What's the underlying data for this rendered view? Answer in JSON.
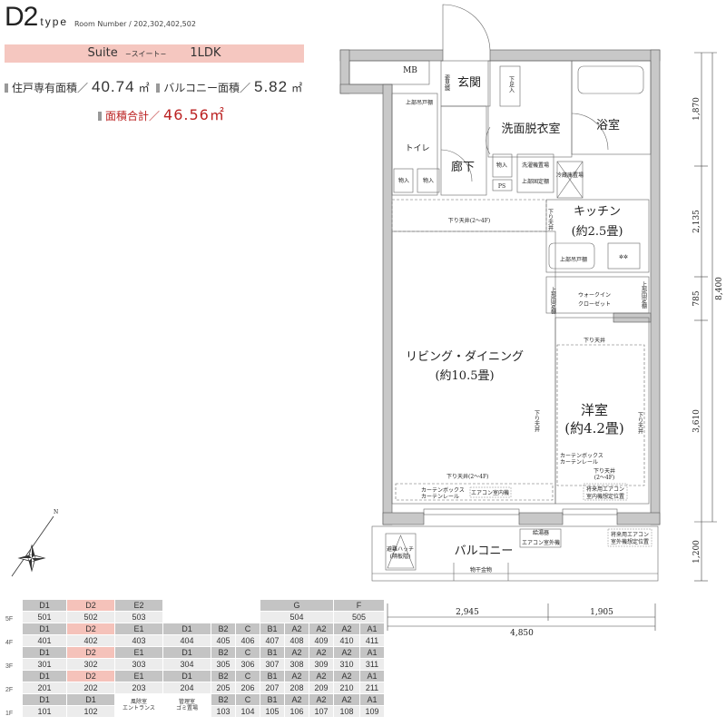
{
  "header": {
    "type_code": "D2",
    "type_suffix": "type",
    "room_numbers": "Room Number / 202,302,402,502",
    "band_name": "Suite",
    "band_sub": "−スイート−",
    "band_layout": "1LDK",
    "private_area_label": "住戸専有面積／",
    "private_area_value": "40.74",
    "private_area_unit": "㎡",
    "balcony_area_label": "バルコニー面積／",
    "balcony_area_value": "5.82",
    "balcony_area_unit": "㎡",
    "total_area_label": "面積合計／",
    "total_area_value": "46.56㎡",
    "accent_color": "#f5c7c0",
    "total_color": "#bb2222"
  },
  "plan": {
    "mb": "MB",
    "entrance": "玄関",
    "shoe_box": "下足入",
    "mirror": "姿見鏡",
    "toilet_upper_cabinet": "上部吊戸棚",
    "toilet": "トイレ",
    "washroom": "洗面脱衣室",
    "bath": "浴室",
    "hallway": "廊下",
    "storage": "物入",
    "washer": "洗濯機置場",
    "washer_shelf": "上部固定棚",
    "ps": "PS",
    "fridge": "冷蔵庫置場",
    "storage2": "物入",
    "storage3": "物入",
    "ldk_ceiling": "下り天井(2〜4F)",
    "kitchen": "キッチン",
    "kitchen_size": "(約2.5畳)",
    "kitchen_ceiling": "下り天井",
    "kitchen_cabinet": "上部吊戸棚",
    "wic_1": "ウォークイン",
    "wic_2": "クローゼット",
    "wic_shelf_left": "上部固定棚",
    "wic_shelf_right": "上部固定棚",
    "western_ceiling_top": "下り天井",
    "living": "リビング・ダイニング",
    "living_size": "(約10.5畳)",
    "western": "洋室",
    "western_size": "(約4.2畳)",
    "living_ceiling_side": "下り天井",
    "western_ceiling_side": "下り天井",
    "western_curtain_1": "カーテンボックス",
    "western_curtain_2": "カーテンレール",
    "living_ceiling_bottom": "下り天井(2〜4F)",
    "western_ceiling_bottom_1": "下り天井",
    "western_ceiling_bottom_2": "(2〜4F)",
    "living_curtain_1": "カーテンボックス",
    "living_curtain_2": "カーテンレール",
    "ac_indoor": "エアコン室内機",
    "future_ac_indoor_1": "将来用エアコン",
    "future_ac_indoor_2": "室内機想定位置",
    "water_heater": "給湯器",
    "ac_outdoor": "エアコン室外機",
    "future_ac_outdoor_1": "将来用エアコン",
    "future_ac_outdoor_2": "室外機想定位置",
    "hatch_1": "避難ハッチ",
    "hatch_2": "(隔板階)",
    "balcony": "バルコニー",
    "drying_rack": "物干金物",
    "compass_n": "N"
  },
  "dimensions": {
    "right": [
      "1,870",
      "2,135",
      "785",
      "3,610",
      "1,200"
    ],
    "right_total": "8,400",
    "bottom": [
      "2,945",
      "1,905"
    ],
    "bottom_total": "4,850"
  },
  "unit_table": {
    "highlight_color": "#f5c2ba",
    "floors": [
      {
        "floor": "5F",
        "cells": [
          {
            "type": "D1",
            "num": "501",
            "span": 1
          },
          {
            "type": "D2",
            "num": "502",
            "span": 1,
            "hl": true
          },
          {
            "type": "E2",
            "num": "503",
            "span": 1
          },
          {
            "empty": true,
            "span": 3
          },
          {
            "type": "G",
            "num": "504",
            "span": 3
          },
          {
            "type": "F",
            "num": "505",
            "span": 2
          }
        ]
      },
      {
        "floor": "4F",
        "cells": [
          {
            "type": "D1",
            "num": "401"
          },
          {
            "type": "D2",
            "num": "402",
            "hl": true
          },
          {
            "type": "E1",
            "num": "403"
          },
          {
            "type": "D1",
            "num": "404"
          },
          {
            "type": "B2",
            "num": "405"
          },
          {
            "type": "C",
            "num": "406"
          },
          {
            "type": "B1",
            "num": "407"
          },
          {
            "type": "A2",
            "num": "408"
          },
          {
            "type": "A2",
            "num": "409"
          },
          {
            "type": "A2",
            "num": "410"
          },
          {
            "type": "A1",
            "num": "411"
          }
        ]
      },
      {
        "floor": "3F",
        "cells": [
          {
            "type": "D1",
            "num": "301"
          },
          {
            "type": "D2",
            "num": "302",
            "hl": true
          },
          {
            "type": "E1",
            "num": "303"
          },
          {
            "type": "D1",
            "num": "304"
          },
          {
            "type": "B2",
            "num": "305"
          },
          {
            "type": "C",
            "num": "306"
          },
          {
            "type": "B1",
            "num": "307"
          },
          {
            "type": "A2",
            "num": "308"
          },
          {
            "type": "A2",
            "num": "309"
          },
          {
            "type": "A2",
            "num": "310"
          },
          {
            "type": "A1",
            "num": "311"
          }
        ]
      },
      {
        "floor": "2F",
        "cells": [
          {
            "type": "D1",
            "num": "201"
          },
          {
            "type": "D2",
            "num": "202",
            "hl": true
          },
          {
            "type": "E1",
            "num": "203"
          },
          {
            "type": "D1",
            "num": "204"
          },
          {
            "type": "B2",
            "num": "205"
          },
          {
            "type": "C",
            "num": "206"
          },
          {
            "type": "B1",
            "num": "207"
          },
          {
            "type": "A2",
            "num": "208"
          },
          {
            "type": "A2",
            "num": "209"
          },
          {
            "type": "A2",
            "num": "210"
          },
          {
            "type": "A1",
            "num": "211"
          }
        ]
      },
      {
        "floor": "1F",
        "cells": [
          {
            "type": "D1",
            "num": "101"
          },
          {
            "type": "D1",
            "num": "102"
          },
          {
            "common": [
              "風除室",
              "エントランス"
            ]
          },
          {
            "common": [
              "管理室",
              "ゴミ置場"
            ]
          },
          {
            "type": "B2",
            "num": "103"
          },
          {
            "type": "C",
            "num": "104"
          },
          {
            "type": "B1",
            "num": "105"
          },
          {
            "type": "A2",
            "num": "106"
          },
          {
            "type": "A2",
            "num": "107"
          },
          {
            "type": "A2",
            "num": "108"
          },
          {
            "type": "A1",
            "num": "109"
          }
        ]
      }
    ]
  }
}
